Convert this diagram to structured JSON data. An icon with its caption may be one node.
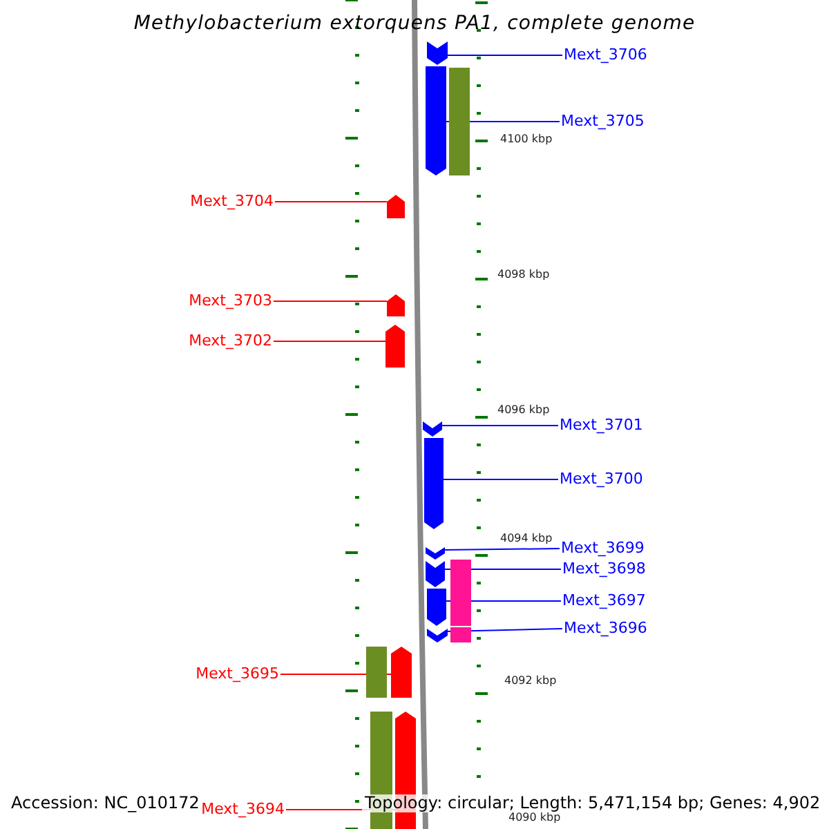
{
  "diagram": {
    "title": "Methylobacterium extorquens PA1, complete genome",
    "nodes": [
      {
        "text": [
          "Mext_3706"
        ]
      },
      {
        "text": [
          "Mext_3705"
        ]
      },
      {
        "text": [
          "Mext_3704"
        ]
      },
      {
        "text": [
          "Mext_3703"
        ]
      },
      {
        "text": [
          "Mext_3702"
        ]
      },
      {
        "text": [
          "Mext_3701"
        ]
      },
      {
        "text": [
          "Mext_3700"
        ]
      },
      {
        "text": [
          "Mext_3699"
        ]
      },
      {
        "text": [
          "Mext_3698"
        ]
      },
      {
        "text": [
          "Mext_3697"
        ]
      },
      {
        "text": [
          "Mext_3696"
        ]
      },
      {
        "text": [
          "Mext_3695"
        ]
      },
      {
        "text": [
          "Mext_3694"
        ]
      },
      {
        "text": [],
        "shape": "bar"
      },
      {
        "text": [],
        "shape": "bar"
      },
      {
        "text": [],
        "shape": "bar"
      },
      {
        "text": [],
        "shape": "bar"
      },
      {
        "text": [],
        "shape": "bar"
      },
      {
        "text": [],
        "shape": "bar"
      },
      {
        "text": [],
        "shape": "bar"
      },
      {
        "text": [],
        "shape": "bar"
      },
      {
        "text": [],
        "shape": "bar"
      },
      {
        "text": [],
        "shape": "bar"
      },
      {
        "text": [],
        "shape": "bar"
      },
      {
        "text": [],
        "shape": "bar"
      },
      {
        "text": [],
        "shape": "bar"
      },
      {
        "text": [],
        "shape": "bar"
      },
      {
        "text": [],
        "shape": "bar"
      },
      {
        "text": [],
        "shape": "bar"
      },
      {
        "text": [],
        "shape": "bar"
      },
      {
        "text": [],
        "shape": "bar"
      }
    ],
    "edges": [
      {
        "from": 0,
        "to": 13,
        "arrow": "none"
      },
      {
        "from": 1,
        "to": 14,
        "arrow": "none"
      },
      {
        "from": 2,
        "to": 15,
        "arrow": "none",
        "color": "#ff0000"
      },
      {
        "from": 3,
        "to": 16,
        "arrow": "none",
        "color": "#ff0000"
      },
      {
        "from": 4,
        "to": 17,
        "arrow": "none",
        "color": "#ff0000"
      },
      {
        "from": 5,
        "to": 18,
        "arrow": "none"
      },
      {
        "from": 6,
        "to": 19,
        "arrow": "none"
      },
      {
        "from": 7,
        "to": 20,
        "arrow": "none"
      },
      {
        "from": 8,
        "to": 21,
        "arrow": "none"
      },
      {
        "from": 9,
        "to": 22,
        "arrow": "none"
      },
      {
        "from": 10,
        "to": 23,
        "arrow": "none"
      },
      {
        "from": 11,
        "to": 24,
        "arrow": "none",
        "color": "#ff0000"
      },
      {
        "from": 12,
        "to": 25,
        "arrow": "none",
        "color": "#ff0000"
      }
    ],
    "labels": [
      "4100 kbp",
      "4098 kbp",
      "4096 kbp",
      "4094 kbp",
      "4092 kbp",
      "4090 kbp",
      "Accession: NC_010172",
      "Topology: circular; Length: 5,471,154 bp; Genes: 4,902"
    ]
  }
}
